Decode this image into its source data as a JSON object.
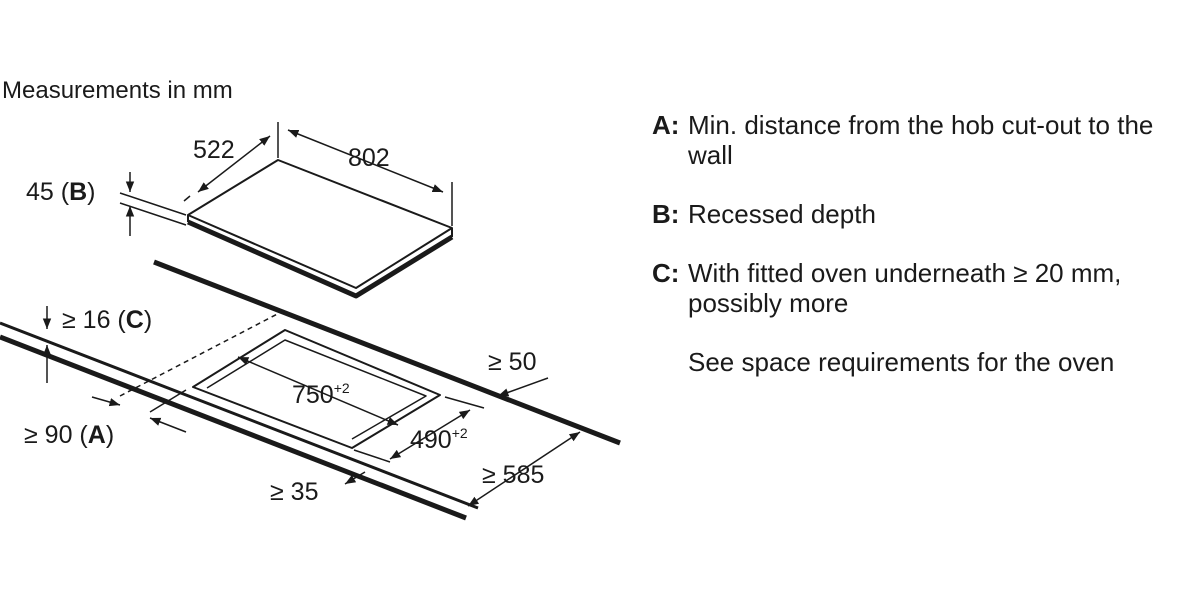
{
  "title": "Measurements in mm",
  "hob": {
    "depth": "522",
    "width": "802",
    "recess_value": "45",
    "recess_key": "B"
  },
  "cutout": {
    "width": "750",
    "width_tol": "+2",
    "depth": "490",
    "depth_tol": "+2"
  },
  "clearances": {
    "oven_gap_value": "≥ 16",
    "oven_gap_key": "C",
    "wall_distance_value": "≥ 90",
    "wall_distance_key": "A",
    "back_edge": "≥ 50",
    "front_edge": "≥ 35",
    "worktop_depth": "≥ 585"
  },
  "legend": {
    "items": [
      {
        "key": "A:",
        "text": "Min. distance from the hob cut-out to the wall"
      },
      {
        "key": "B:",
        "text": "Recessed depth"
      },
      {
        "key": "C:",
        "text": "With fitted oven underneath ≥ 20 mm, possibly more"
      }
    ],
    "note": "See space requirements for the oven"
  }
}
